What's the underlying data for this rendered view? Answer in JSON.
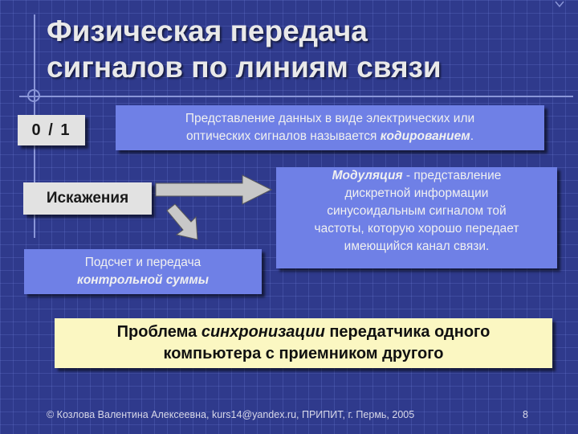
{
  "slide": {
    "title_line1": "Физическая передача",
    "title_line2": "сигналов по линиям связи",
    "zero_one": "0 / 1",
    "distortion": "Искажения",
    "encoding": {
      "line1": "Представление данных в виде электрических или",
      "line2_plain": "оптических сигналов называется ",
      "line2_em": "кодированием",
      "line2_end": "."
    },
    "modulation": {
      "em": "Модуляция",
      "rest_line1": " - представление",
      "line2": "дискретной информации",
      "line3": "синусоидальным сигналом той",
      "line4": "частоты, которую хорошо передает",
      "line5": "имеющийся канал связи."
    },
    "checksum": {
      "line1": "Подсчет и передача",
      "line2_em": "контрольной суммы"
    },
    "problem": {
      "plain1": "Проблема ",
      "em": "синхронизации",
      "plain2": " передатчика одного",
      "line2": "компьютера с приемником другого"
    },
    "footer": "© Козлова Валентина Алексеевна, kurs14@yandex.ru, ПРИПИТ, г. Пермь, 2005",
    "page_number": "8"
  },
  "colors": {
    "background": "#2f3a8c",
    "blue_box": "#6f80e6",
    "gray_box": "#e2e2e2",
    "yellow_box": "#fbf7c2",
    "arrow": "#c8c8c8"
  }
}
